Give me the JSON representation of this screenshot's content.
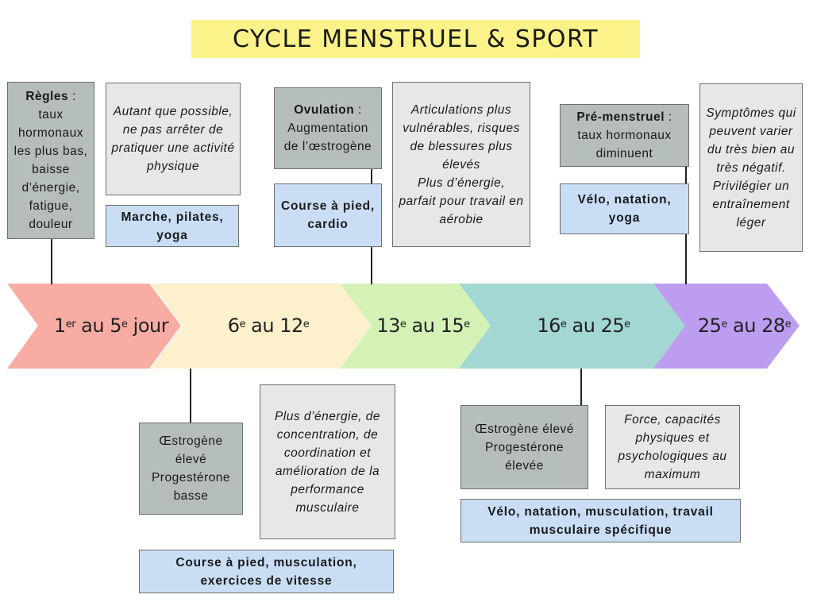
{
  "title": "CYCLE MENSTRUEL & SPORT",
  "colors": {
    "title_bg": "#fbf38a",
    "segment_1": "#f8aca3",
    "segment_2": "#fcf0cd",
    "segment_3": "#d4f2b6",
    "segment_4": "#a3d7d3",
    "segment_5": "#bc9df0",
    "phase_box": "#b6bebb",
    "info_box": "#e7e7e7",
    "sport_box": "#c9def5"
  },
  "timeline": {
    "segments": [
      {
        "n1": "1",
        "s1": "er",
        "mid": " au ",
        "n2": "5",
        "s2": "e",
        "tail": " jour"
      },
      {
        "n1": "6",
        "s1": "e",
        "mid": " au ",
        "n2": "12",
        "s2": "e",
        "tail": ""
      },
      {
        "n1": "13",
        "s1": "e",
        "mid": " au ",
        "n2": "15",
        "s2": "e",
        "tail": ""
      },
      {
        "n1": "16",
        "s1": "e",
        "mid": " au ",
        "n2": "25",
        "s2": "e",
        "tail": ""
      },
      {
        "n1": "25",
        "s1": "e",
        "mid": " au ",
        "n2": "28",
        "s2": "e",
        "tail": ""
      }
    ]
  },
  "top": {
    "regles": {
      "name": "Règles",
      "sep": " :",
      "desc": "taux hormonaux les plus bas, baisse d’énergie, fatigue, douleur"
    },
    "regles_note": "Autant que possible, ne pas arrêter de pratiquer une activité physique",
    "regles_sport": "Marche, pilates, yoga",
    "ovulation": {
      "name": "Ovulation",
      "sep": " :",
      "desc": "Augmentation de l’œstrogène"
    },
    "ovulation_sport": "Course à pied, cardio",
    "ovulation_note": "Articulations plus vulnérables, risques de blessures plus élevés\nPlus d’énergie, parfait pour travail en aérobie",
    "premenstruel": {
      "name": "Pré-menstruel",
      "sep": " :",
      "desc": "taux hormonaux diminuent"
    },
    "premenstruel_sport": "Vélo, natation, yoga",
    "premenstruel_note": "Symptômes qui peuvent varier du très bien au très négatif. Privilégier un entraînement léger"
  },
  "bottom": {
    "follicular_hormones": "Œstrogène élevé Progestérone basse",
    "follicular_note": "Plus d’énergie, de concentration, de coordination et amélioration de la performance musculaire",
    "follicular_sport": "Course à pied, musculation, exercices de vitesse",
    "luteal_hormones": "Œstrogène élevé Progestérone élevée",
    "luteal_note": "Force, capacités physiques et psychologiques au maximum",
    "luteal_sport": "Vélo, natation, musculation, travail musculaire spécifique"
  }
}
